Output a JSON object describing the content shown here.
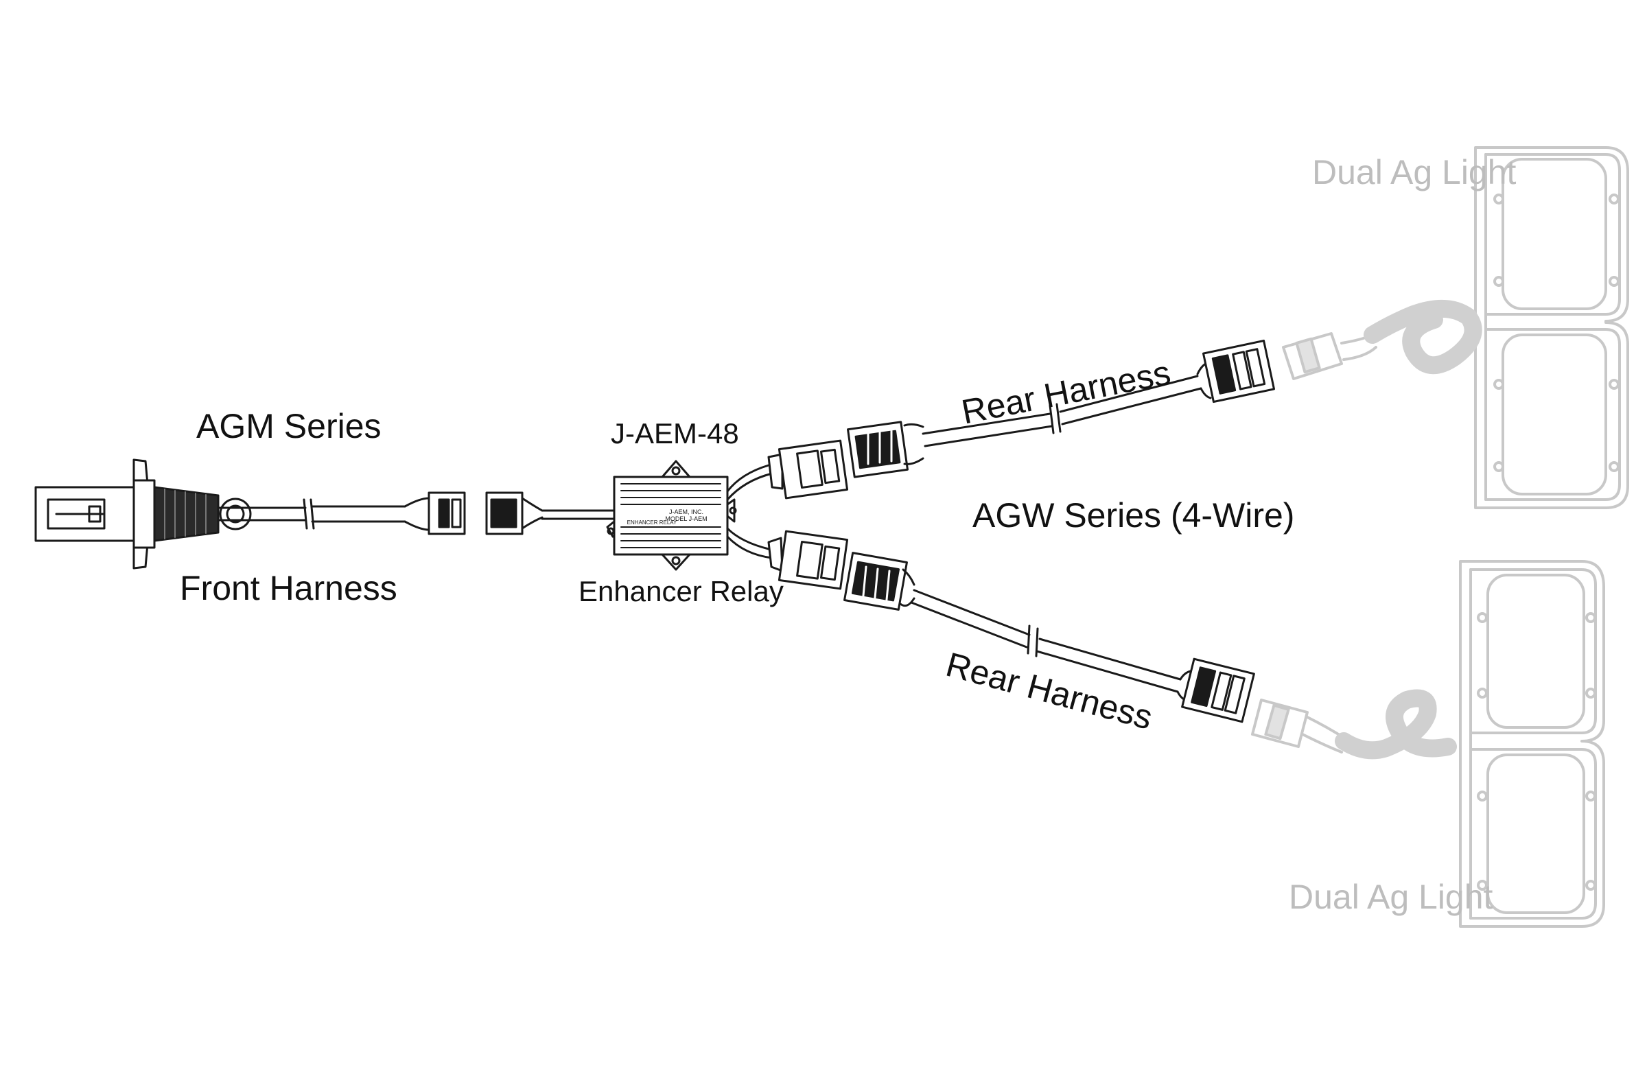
{
  "labels": {
    "agm_series": "AGM Series",
    "front_harness": "Front Harness",
    "relay_model": "J-AEM-48",
    "relay_name": "Enhancer Relay",
    "rear_harness_top": "Rear Harness",
    "rear_harness_bottom": "Rear Harness",
    "agw_series": "AGW Series (4-Wire)",
    "dual_light_top": "Dual Ag Light",
    "dual_light_bottom": "Dual Ag Light"
  },
  "relay_markings": [
    "J-AEM, INC.",
    "MODEL J-AEM",
    "ENHANCER RELAY"
  ],
  "colors": {
    "line": "#1a1a1a",
    "light_outline": "#c8c8c8",
    "light_label": "#bdbdbd"
  }
}
